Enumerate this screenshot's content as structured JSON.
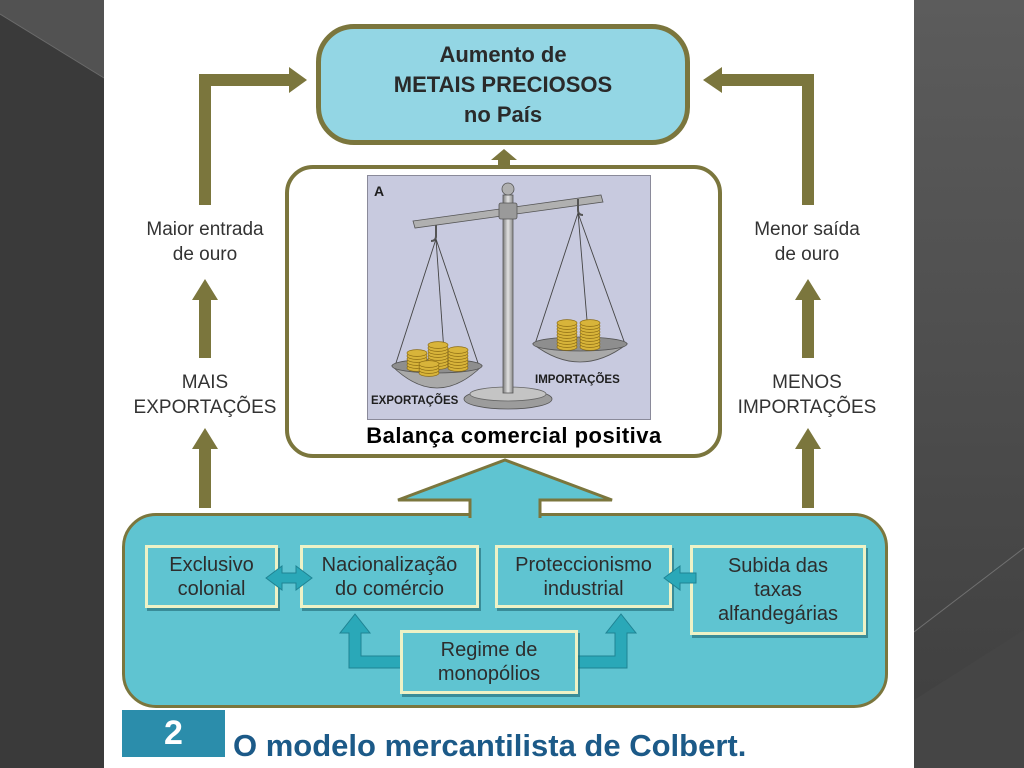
{
  "slide": {
    "top_box": {
      "lines": [
        "Aumento de",
        "METAIS PRECIOSOS",
        "no País"
      ]
    },
    "balance": {
      "panel_letter": "A",
      "exports_label": "EXPORTAÇÕES",
      "imports_label": "IMPORTAÇÕES",
      "caption": "Balança comercial positiva"
    },
    "left_column": {
      "gold_lines": [
        "Maior entrada",
        "de ouro"
      ],
      "trade_lines": [
        "MAIS",
        "EXPORTAÇÕES"
      ]
    },
    "right_column": {
      "gold_lines": [
        "Menor saída",
        "de ouro"
      ],
      "trade_lines": [
        "MENOS",
        "IMPORTAÇÕES"
      ]
    },
    "policies": {
      "exclusivo_colonial": [
        "Exclusivo",
        "colonial"
      ],
      "nacionalizacao": [
        "Nacionalização",
        "do comércio"
      ],
      "proteccionismo": [
        "Proteccionismo",
        "industrial"
      ],
      "taxas": [
        "Subida das",
        "taxas",
        "alfandegárias"
      ],
      "monopolios": [
        "Regime de",
        "monopólios"
      ]
    },
    "figure": {
      "number": "2",
      "title": "O modelo mercantilista de Colbert."
    }
  },
  "colors": {
    "background": "#3a3a3a",
    "olive": "#7b763d",
    "top_box_fill": "#93d6e4",
    "panel_cyan": "#5fc4d1",
    "box_border": "#eef2c6",
    "inner_arrow": "#2aa8b8",
    "scale_backdrop": "#c8cadf",
    "coin_gold": "#d8b43a",
    "figure_badge": "#2b8dab",
    "figure_title": "#1c5a88"
  }
}
